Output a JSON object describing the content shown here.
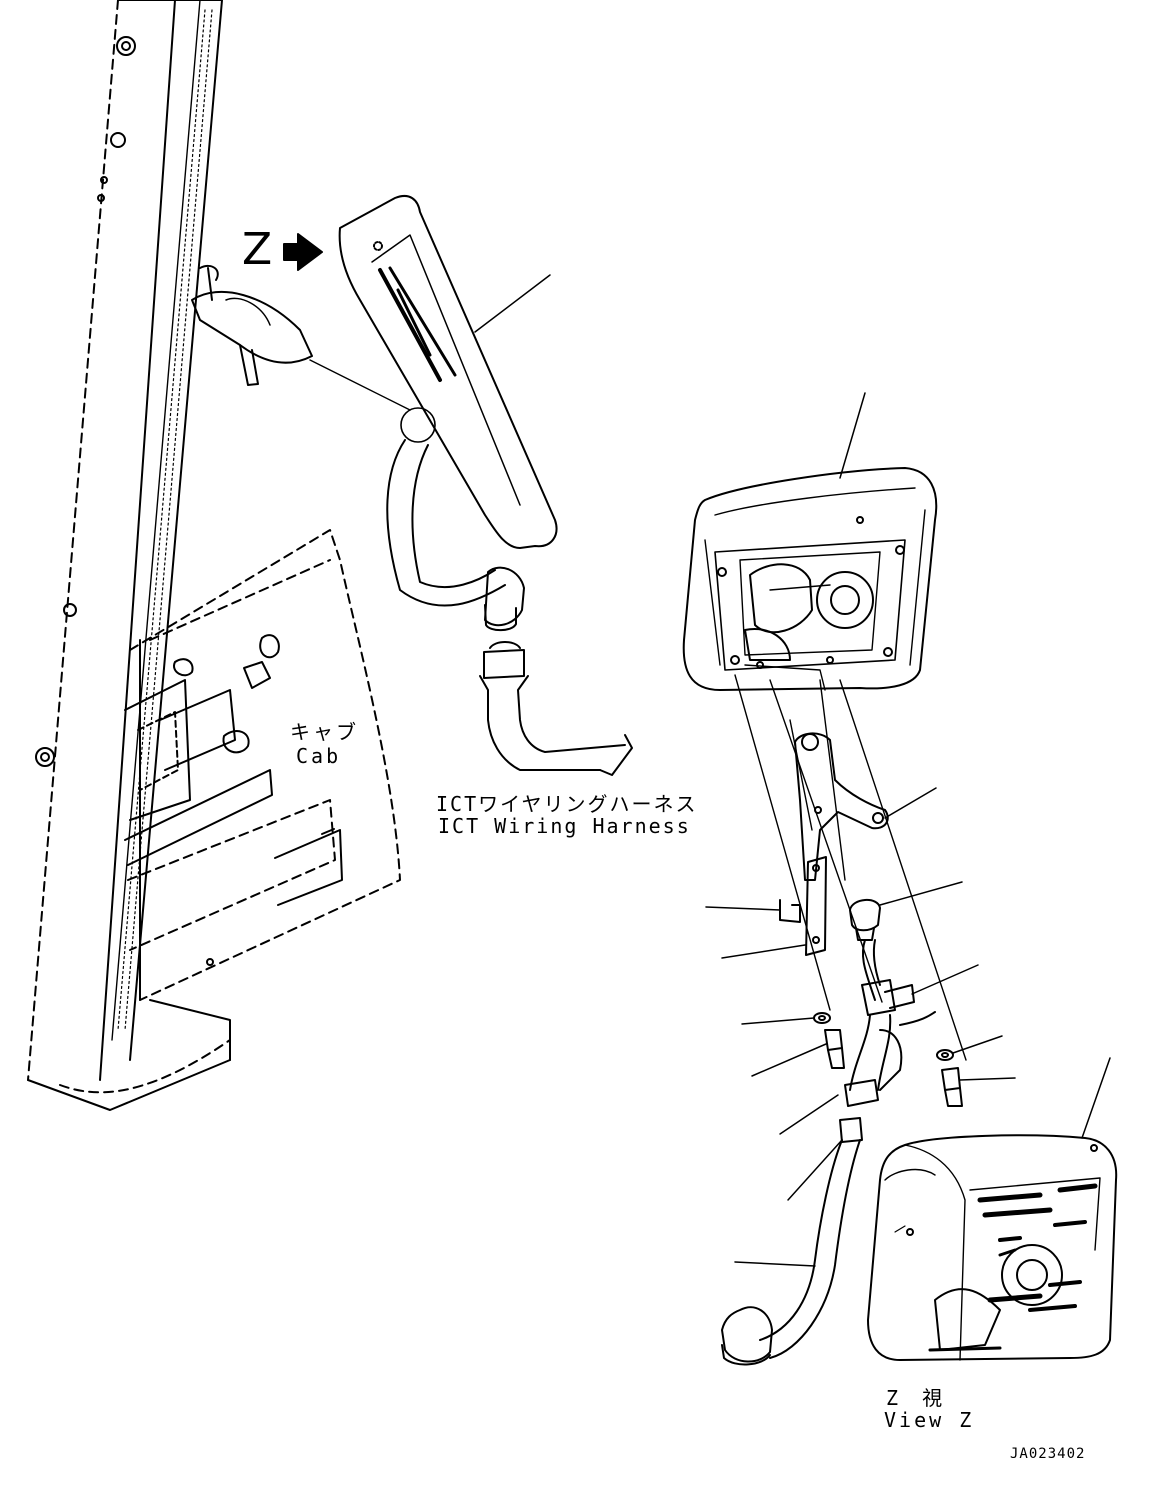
{
  "labels": {
    "view_marker": "Z",
    "cab_jp": "キャブ",
    "cab_en": "Cab",
    "harness_jp": "ICTワイヤリングハーネス",
    "harness_en": "ICT Wiring Harness",
    "view_jp": "Z 視",
    "view_en": "View Z",
    "drawing_code": "JA023402"
  }
}
